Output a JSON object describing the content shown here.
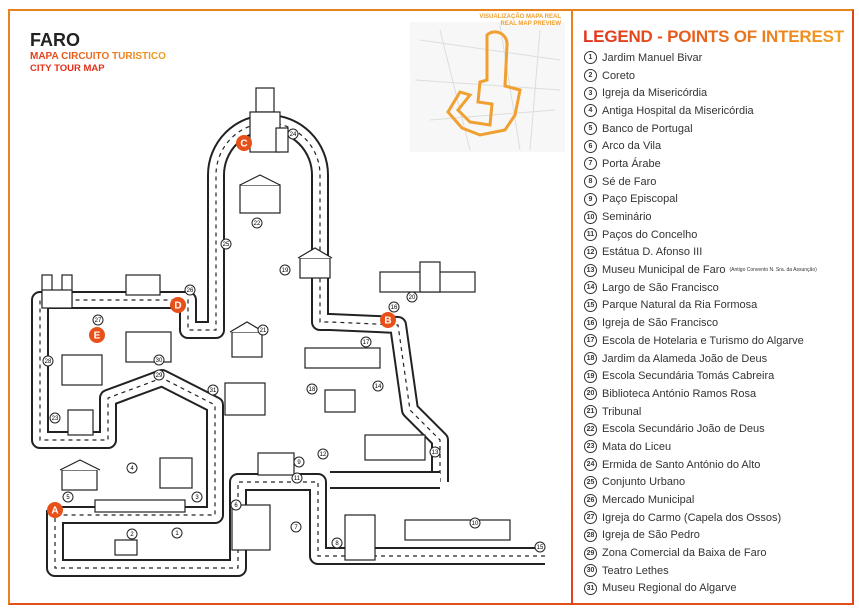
{
  "header": {
    "title": "FARO",
    "subtitle_pt": "MAPA CIRCUITO TURÍSTICO",
    "subtitle_en": "CITY TOUR MAP"
  },
  "mini_map": {
    "caption_pt": "VISUALIZAÇÃO MAPA REAL",
    "caption_en": "REAL MAP PREVIEW"
  },
  "legend": {
    "title": "LEGEND - POINTS OF INTEREST",
    "items": [
      {
        "n": "1",
        "label": "Jardim Manuel Bivar"
      },
      {
        "n": "2",
        "label": "Coreto"
      },
      {
        "n": "3",
        "label": "Igreja da Misericórdia"
      },
      {
        "n": "4",
        "label": "Antiga Hospital da Misericórdia"
      },
      {
        "n": "5",
        "label": "Banco de Portugal"
      },
      {
        "n": "6",
        "label": "Arco da Vila"
      },
      {
        "n": "7",
        "label": "Porta Árabe"
      },
      {
        "n": "8",
        "label": "Sé de Faro"
      },
      {
        "n": "9",
        "label": "Paço Episcopal"
      },
      {
        "n": "10",
        "label": "Seminário"
      },
      {
        "n": "11",
        "label": "Paços do Concelho"
      },
      {
        "n": "12",
        "label": "Estátua D. Afonso III"
      },
      {
        "n": "13",
        "label": "Museu Municipal de Faro",
        "note": "(Antigo Convento N. Sra. da Assunção)"
      },
      {
        "n": "14",
        "label": "Largo de São Francisco"
      },
      {
        "n": "15",
        "label": "Parque Natural da Ria Formosa"
      },
      {
        "n": "16",
        "label": "Igreja de São Francisco"
      },
      {
        "n": "17",
        "label": "Escola de Hotelaria e Turismo do Algarve"
      },
      {
        "n": "18",
        "label": "Jardim da Alameda João de Deus"
      },
      {
        "n": "19",
        "label": "Escola Secundária Tomás Cabreira"
      },
      {
        "n": "20",
        "label": "Biblioteca António Ramos Rosa"
      },
      {
        "n": "21",
        "label": "Tribunal"
      },
      {
        "n": "22",
        "label": "Escola Secundário João de Deus"
      },
      {
        "n": "23",
        "label": "Mata do Liceu"
      },
      {
        "n": "24",
        "label": "Ermida de Santo António do Alto"
      },
      {
        "n": "25",
        "label": "Conjunto Urbano"
      },
      {
        "n": "26",
        "label": "Mercado Municipal"
      },
      {
        "n": "27",
        "label": "Igreja do Carmo (Capela dos Ossos)"
      },
      {
        "n": "28",
        "label": "Igreja de São Pedro"
      },
      {
        "n": "29",
        "label": "Zona Comercial da Baixa de Faro"
      },
      {
        "n": "30",
        "label": "Teatro Lethes"
      },
      {
        "n": "31",
        "label": "Museu Regional do Algarve"
      }
    ]
  },
  "stops": [
    {
      "id": "A"
    },
    {
      "id": "B"
    },
    {
      "id": "C"
    },
    {
      "id": "D"
    },
    {
      "id": "E"
    }
  ],
  "colors": {
    "accent": "#e8821e",
    "marker": "#e8501a",
    "road": "#222222"
  }
}
